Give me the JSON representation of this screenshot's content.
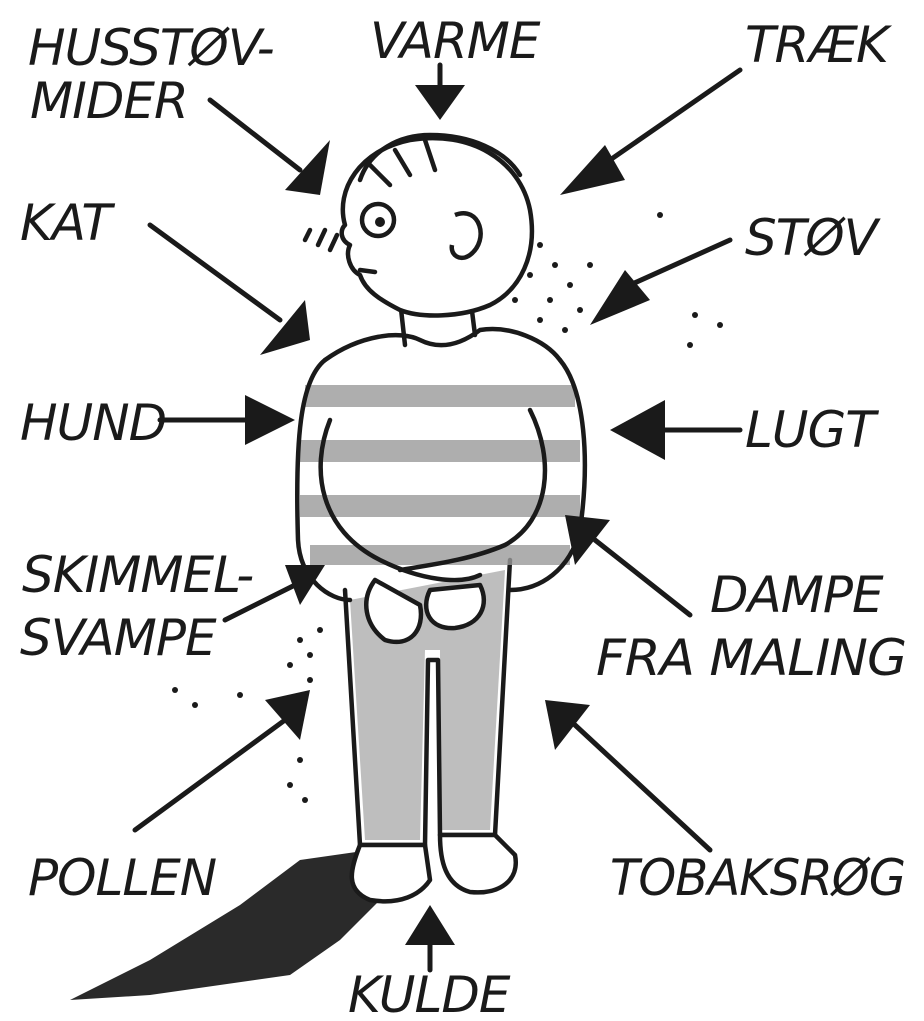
{
  "labels": {
    "husstov_line1": "HUSSTØV-",
    "husstov_line2": "MIDER",
    "varme": "VARME",
    "traek": "TRÆK",
    "kat": "KAT",
    "stov": "STØV",
    "hund": "HUND",
    "lugt": "LUGT",
    "skimmel_line1": "SKIMMEL-",
    "skimmel_line2": "SVAMPE",
    "dampe_line1": "DAMPE",
    "dampe_line2": "FRA MALING",
    "pollen": "POLLEN",
    "tobaksrog": "TOBAKSRØG",
    "kulde": "KULDE"
  },
  "colors": {
    "ink": "#1a1a1a",
    "shading": "#9a9a9a",
    "background": "#ffffff"
  }
}
